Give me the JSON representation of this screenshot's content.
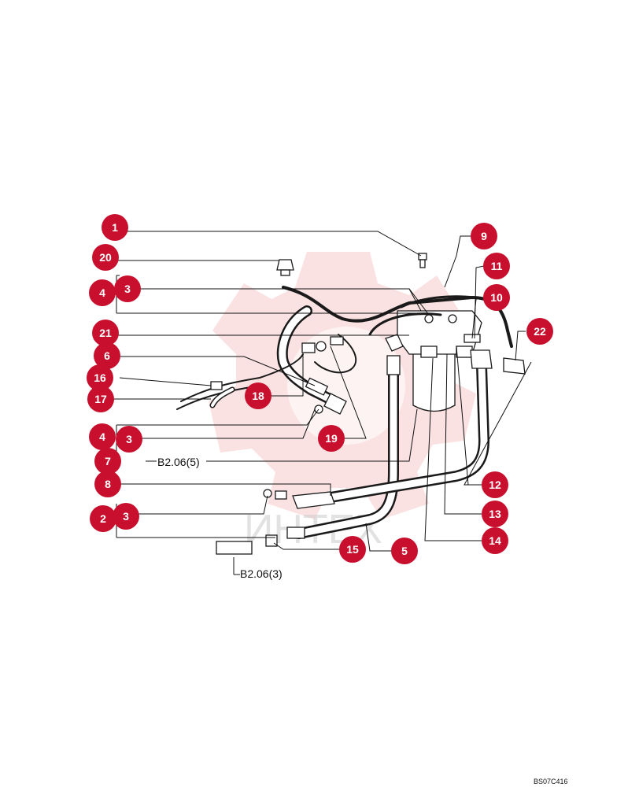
{
  "diagram": {
    "drawing_code": "BS07C416",
    "watermark_text": "ИНТЕХ",
    "callouts": [
      "1",
      "20",
      "4",
      "3",
      "21",
      "6",
      "16",
      "17",
      "18",
      "4",
      "3",
      "19",
      "7",
      "8",
      "2",
      "3",
      "15",
      "5",
      "9",
      "11",
      "10",
      "22",
      "12",
      "13",
      "14"
    ],
    "references": [
      "B2.06(5)",
      "B2.06(3)"
    ]
  }
}
